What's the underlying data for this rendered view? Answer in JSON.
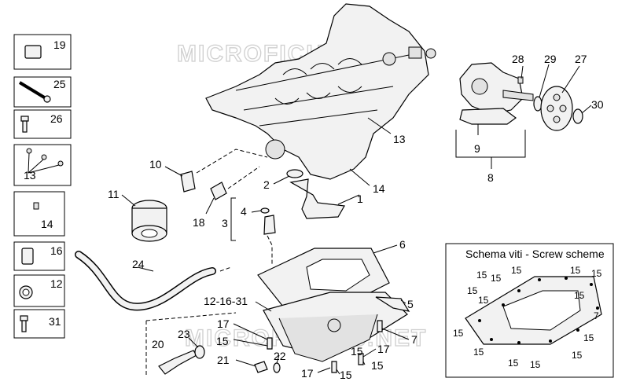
{
  "watermark": "MICROFICHES.NET",
  "screw_scheme_title": "Schema viti - Screw scheme",
  "sidebar_boxes": [
    {
      "label": "19",
      "icon": "plug-icon"
    },
    {
      "label": "25",
      "icon": "long-bolt-icon"
    },
    {
      "label": "26",
      "icon": "bolt-icon"
    },
    {
      "label": "13",
      "icon": "screws-icon"
    },
    {
      "label": "14",
      "icon": "screw-icon"
    },
    {
      "label": "16",
      "icon": "sleeve-icon"
    },
    {
      "label": "12",
      "icon": "washer-icon"
    },
    {
      "label": "31",
      "icon": "bolt-icon"
    }
  ],
  "callouts": {
    "c1": "1",
    "c2": "2",
    "c3": "3",
    "c4": "4",
    "c5": "5",
    "c6": "6",
    "c7": "7",
    "c8": "8",
    "c9": "9",
    "c10": "10",
    "c11": "11",
    "c13": "13",
    "c14": "14",
    "c17a": "17",
    "c17b": "17",
    "c17c": "17",
    "c18": "18",
    "c20": "20",
    "c21": "21",
    "c22": "22",
    "c23": "23",
    "c24": "24",
    "c27": "27",
    "c28": "28",
    "c29": "29",
    "c30": "30",
    "c121631": "12-16-31",
    "c15a": "15",
    "c15b": "15",
    "c15c": "15",
    "c15d": "15"
  },
  "scheme_labels": {
    "s1": "15",
    "s2": "15",
    "s3": "15",
    "s4": "15",
    "s5": "15",
    "s6": "15",
    "s7": "15",
    "s8": "15",
    "s9": "15",
    "s10": "15",
    "s11": "15",
    "s12": "15",
    "s13": "15",
    "s14": "15",
    "s15": "7"
  }
}
